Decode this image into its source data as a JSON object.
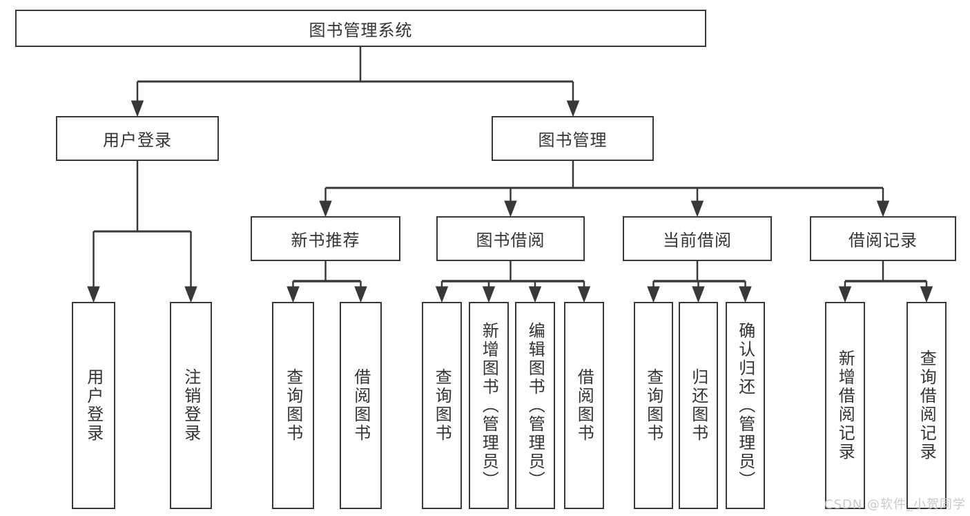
{
  "colors": {
    "line": "#383838",
    "text": "#333333",
    "background": "#ffffff",
    "watermark": "#c4c7cb"
  },
  "watermark": {
    "text": "CSDN @软件_小贺同学"
  },
  "tree": {
    "label": "图书管理系统",
    "children": [
      {
        "label": "用户登录",
        "children": [
          {
            "label": "用户登录"
          },
          {
            "label": "注销登录"
          }
        ]
      },
      {
        "label": "图书管理",
        "children": [
          {
            "label": "新书推荐",
            "children": [
              {
                "label": "查询图书"
              },
              {
                "label": "借阅图书"
              }
            ]
          },
          {
            "label": "图书借阅",
            "children": [
              {
                "label": "查询图书"
              },
              {
                "label": "新增图书（管理员）"
              },
              {
                "label": "编辑图书（管理员）"
              },
              {
                "label": "借阅图书"
              }
            ]
          },
          {
            "label": "当前借阅",
            "children": [
              {
                "label": "查询图书"
              },
              {
                "label": "归还图书"
              },
              {
                "label": "确认归还（管理员）"
              }
            ]
          },
          {
            "label": "借阅记录",
            "children": [
              {
                "label": "新增借阅记录"
              },
              {
                "label": "查询借阅记录"
              }
            ]
          }
        ]
      }
    ]
  }
}
